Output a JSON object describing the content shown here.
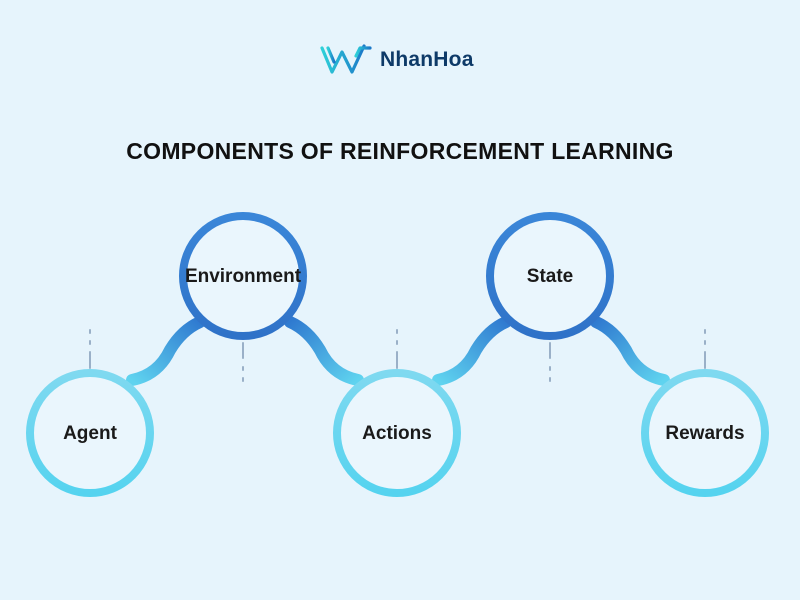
{
  "brand": {
    "name": "NhanHoa"
  },
  "title": "COMPONENTS OF REINFORCEMENT LEARNING",
  "colors": {
    "background": "#e6f4fc",
    "ring_light": "#5fd0ee",
    "ring_dark": "#2f7ad0"
  },
  "nodes": [
    {
      "id": "agent",
      "label": "Agent"
    },
    {
      "id": "environment",
      "label": "Environment"
    },
    {
      "id": "actions",
      "label": "Actions"
    },
    {
      "id": "state",
      "label": "State"
    },
    {
      "id": "rewards",
      "label": "Rewards"
    }
  ]
}
